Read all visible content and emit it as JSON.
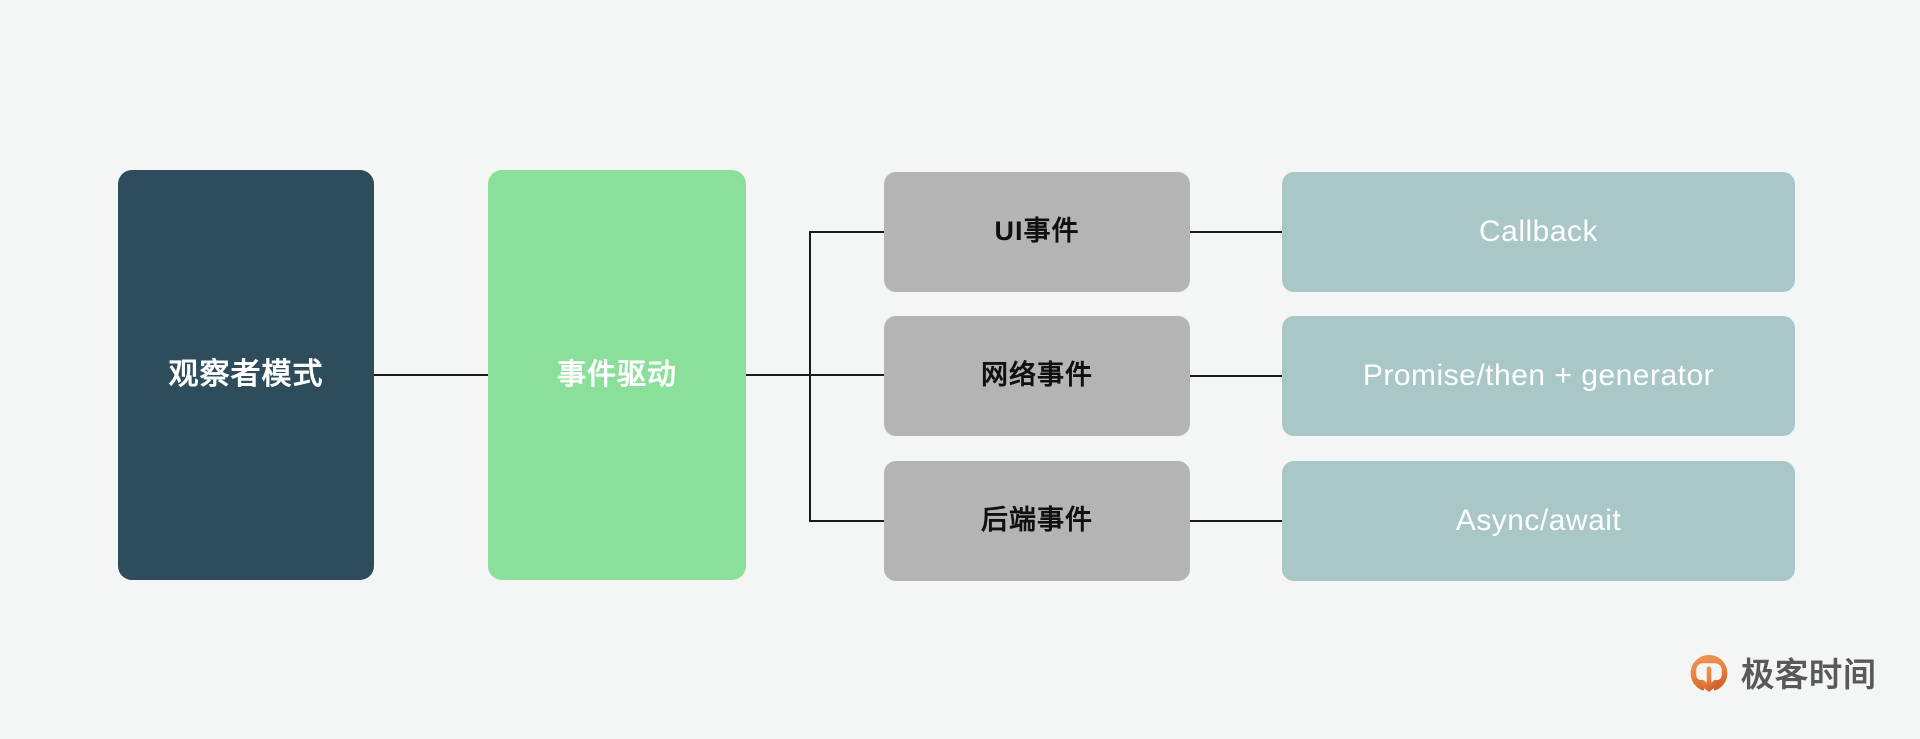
{
  "background_color": "#f4f6f5",
  "diagram": {
    "title_node": {
      "label": "观察者模式",
      "color": "#2d4c5c",
      "text_color": "#ffffff"
    },
    "driver_node": {
      "label": "事件驱动",
      "color": "#8ae09a",
      "text_color": "#ffffff"
    },
    "events": [
      {
        "label": "UI事件",
        "color": "#b4b4b4",
        "text_color": "#101010"
      },
      {
        "label": "网络事件",
        "color": "#b4b4b4",
        "text_color": "#101010"
      },
      {
        "label": "后端事件",
        "color": "#b4b4b4",
        "text_color": "#101010"
      }
    ],
    "solutions": [
      {
        "label": "Callback",
        "color": "#a9c7c7",
        "text_color": "#ffffff"
      },
      {
        "label": "Promise/then + generator",
        "color": "#a9c7c7",
        "text_color": "#ffffff"
      },
      {
        "label": "Async/await",
        "color": "#a9c7c7",
        "text_color": "#ffffff"
      }
    ],
    "connector_color": "#1a1a1a"
  },
  "brand": {
    "name": "极客时间",
    "icon": "geektime-logo-icon",
    "icon_color_start": "#ef8a3c",
    "icon_color_end": "#d9622c",
    "text_color": "#595959"
  }
}
